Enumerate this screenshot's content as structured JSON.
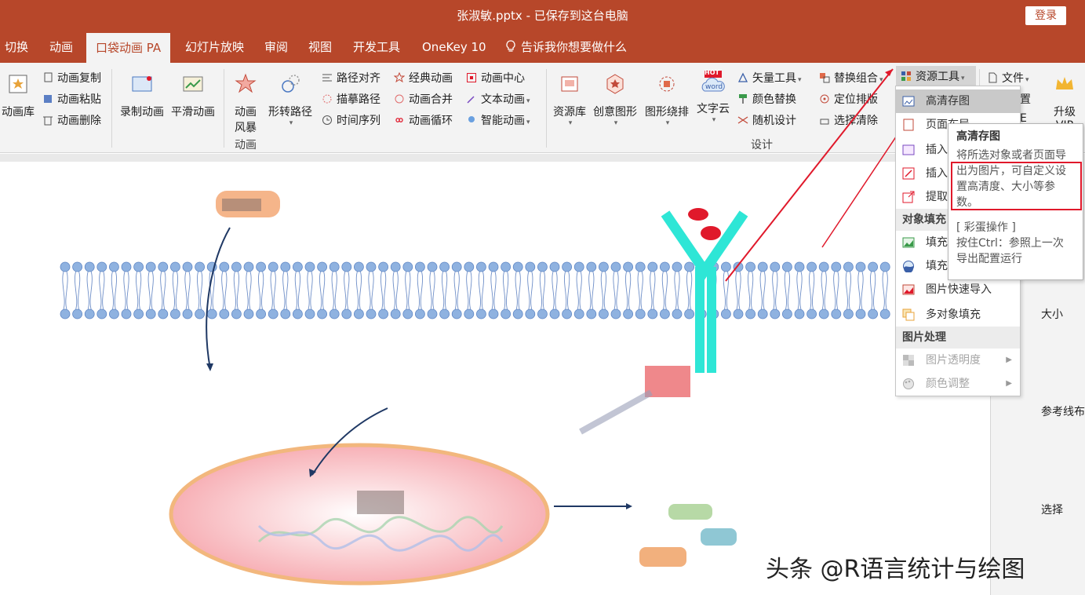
{
  "window": {
    "title": "张淑敏.pptx  -  已保存到这台电脑",
    "login_label": "登录"
  },
  "tabs": {
    "transitions": "切换",
    "animations": "动画",
    "pocket": "口袋动画 PA",
    "slideshow": "幻灯片放映",
    "review": "审阅",
    "view": "视图",
    "developer": "开发工具",
    "onekey": "OneKey 10",
    "tellme": "告诉我你想要做什么"
  },
  "ribbon": {
    "anim_lib": "动画库",
    "anim_copy": "动画复制",
    "anim_paste": "动画粘贴",
    "anim_delete": "动画删除",
    "record_anim": "录制动画",
    "smooth_anim": "平滑动画",
    "anim_storm_1": "动画",
    "anim_storm_2": "风暴",
    "shape_path": "形转路径",
    "path_align": "路径对齐",
    "trace_path": "描摹路径",
    "timeline": "时间序列",
    "classic_anim": "经典动画",
    "anim_merge": "动画合并",
    "anim_loop": "动画循环",
    "anim_center": "动画中心",
    "text_anim": "文本动画",
    "smart_anim": "智能动画",
    "group_animation": "动画",
    "resource_lib": "资源库",
    "creative_shape": "创意图形",
    "shape_layout": "图形绕排",
    "word_cloud": "文字云",
    "hot_badge": "HOT",
    "word_badge": "word",
    "vector_tools": "矢量工具",
    "color_replace": "颜色替换",
    "random_design": "随机设计",
    "replace_combo": "替换组合",
    "locate_layout": "定位排版",
    "select_clear": "选择清除",
    "resource_tools": "资源工具",
    "file": "文件",
    "upgrade_1": "升级",
    "upgrade_2": "VIP",
    "group_design": "设计",
    "overflow_1": "置",
    "overflow_2": "E"
  },
  "menu": {
    "hd_save": "高清存图",
    "page_layout": "页面布局",
    "insert_1": "插入",
    "insert_2": "插入",
    "extract": "提取",
    "section_fill": "对象填充",
    "fill_1": "填充",
    "fill_2": "填充",
    "quick_import": "图片快速导入",
    "multi_fill": "多对象填充",
    "section_image": "图片处理",
    "transparency": "图片透明度",
    "color_adjust": "颜色调整"
  },
  "tooltip": {
    "title": "高清存图",
    "desc_1": "将所选对象或者页面导",
    "desc_2": "出为图片，可自定义设",
    "desc_3": "置高清度、大小等参",
    "desc_4": "数。",
    "egg_1": "[ 彩蛋操作 ]",
    "egg_2": "按住Ctrl：参照上一次",
    "egg_3": "导出配置运行"
  },
  "right_pane": {
    "size": "大小",
    "guides": "参考线布",
    "select": "选择"
  },
  "watermark": "头条 @R语言统计与绘图",
  "colors": {
    "accent": "#b7472a",
    "highlight_red": "#e0192b",
    "membrane": "#8fb2e0",
    "antibody": "#2ee6d6",
    "nucleus_fill": "#f7b9bd",
    "nucleus_border": "#f2b77d"
  }
}
